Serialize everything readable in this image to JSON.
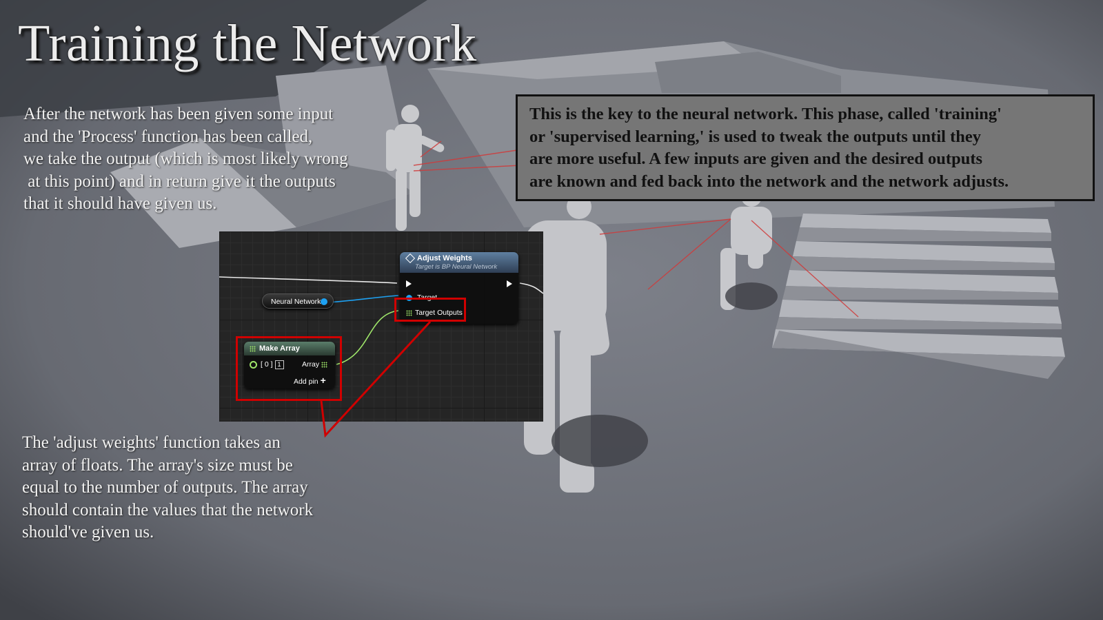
{
  "slide": {
    "title": "Training the Network",
    "intro_lines": [
      "After the network has been given some input",
      "and the 'Process' function has been called,",
      "we take the output (which is most likely wrong",
      " at this point) and in return give it the outputs",
      "that it should have given us."
    ],
    "callout_lines": [
      "This is the key to the neural network. This phase, called 'training'",
      "or 'supervised learning,' is used to tweak the outputs until they",
      "are more useful. A few inputs are given and the desired outputs",
      "are known and fed back into the network and the network adjusts."
    ],
    "detail_lines": [
      "The 'adjust weights' function takes an",
      "array of floats. The array's size must be",
      "equal to the number of outputs. The array",
      "should contain the values that the network",
      "should've given us."
    ]
  },
  "graph": {
    "adjust_node": {
      "title": "Adjust Weights",
      "subtitle": "Target is BP Neural Network",
      "target_pin": "Target",
      "outputs_pin": "Target Outputs"
    },
    "neural_network_var": "Neural Network",
    "make_array_node": {
      "title": "Make Array",
      "index_label": "[ 0 ]",
      "index_value": "1",
      "array_pin": "Array",
      "add_pin": "Add pin"
    }
  },
  "colors": {
    "highlight": "#d00000",
    "object_pin": "#1da1f2",
    "float_pin": "#9fe66a",
    "function_header": "#5f7fa0",
    "array_header": "#5a7d6a"
  }
}
